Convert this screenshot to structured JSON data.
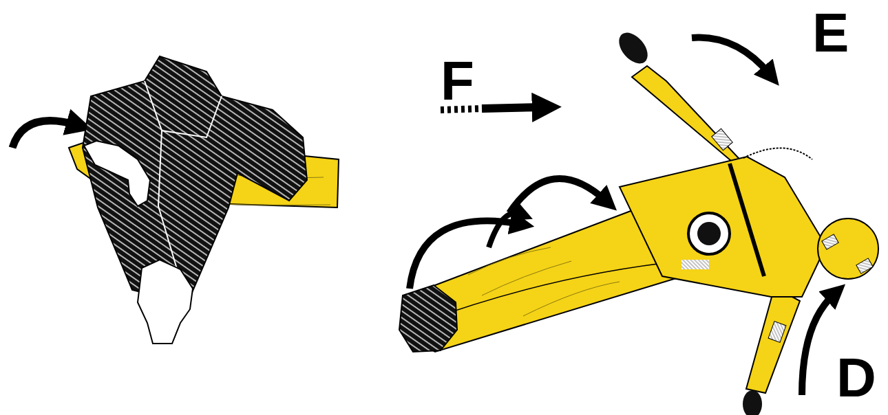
{
  "diagram": {
    "labels": [
      "F",
      "E",
      "D"
    ]
  }
}
